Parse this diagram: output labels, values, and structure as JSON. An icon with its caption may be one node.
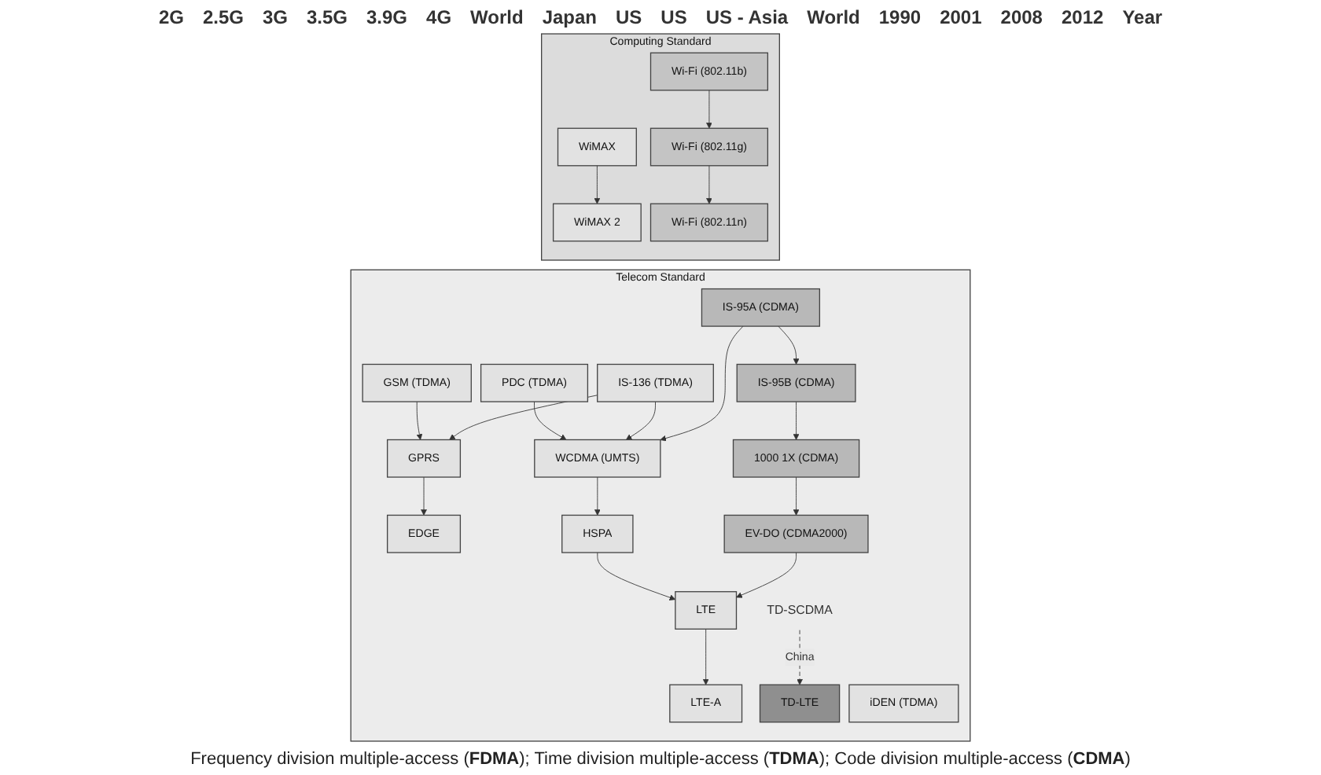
{
  "diagram": {
    "caption": "Frequency division multiple-access (**FDMA**); Time division multiple-access (**TDMA**); Code division multiple-access (**CDMA**)",
    "nodes": [
      {
        "text": [
          "Telecom Standard"
        ]
      },
      {
        "text": [
          "GSM (TDMA)"
        ],
        "in": 0
      },
      {
        "text": [
          "GPRS"
        ],
        "in": 0
      },
      {
        "text": [
          "EDGE"
        ],
        "in": 0
      },
      {
        "text": [
          "PDC (TDMA)"
        ],
        "in": 0
      },
      {
        "text": [
          "WCDMA (UMTS)"
        ],
        "in": 0
      },
      {
        "text": [
          "HSPA"
        ],
        "in": 0
      },
      {
        "text": [
          "iDEN (TDMA)"
        ],
        "in": 0
      },
      {
        "text": [
          "LTE"
        ],
        "in": 0
      },
      {
        "text": [
          "LTE-A"
        ],
        "in": 0
      },
      {
        "text": [
          "IS-136 (TDMA)"
        ],
        "in": 0
      },
      {
        "text": [
          "TD-SCDMA"
        ],
        "in": 0
      },
      {
        "text": [
          "TD-LTE"
        ],
        "in": 0
      },
      {
        "text": [
          "IS-95A (CDMA)"
        ],
        "in": 0
      },
      {
        "text": [
          "IS-95B (CDMA)"
        ],
        "in": 0
      },
      {
        "text": [
          "1000 1X (CDMA)"
        ],
        "in": 0
      },
      {
        "text": [
          "EV-DO (CDMA2000)"
        ],
        "in": 0
      },
      {
        "text": [
          "Computing Standard"
        ]
      },
      {
        "text": [
          "WiMAX"
        ],
        "in": 17
      },
      {
        "text": [
          "WiMAX 2"
        ],
        "in": 17
      },
      {
        "text": [
          "Wi-Fi (802.11b)"
        ],
        "in": 17
      },
      {
        "text": [
          "Wi-Fi (802.11g)"
        ],
        "in": 17
      },
      {
        "text": [
          "Wi-Fi (802.11n)"
        ],
        "in": 17
      }
    ],
    "edges": [
      {
        "from": 1,
        "to": 2,
        "arrow": "to"
      },
      {
        "from": 2,
        "to": 3,
        "arrow": "to"
      },
      {
        "from": 4,
        "to": 5,
        "arrow": "to"
      },
      {
        "from": 10,
        "to": 2,
        "arrow": "to"
      },
      {
        "from": 10,
        "to": 5,
        "arrow": "to"
      },
      {
        "from": 13,
        "to": 5,
        "arrow": "to"
      },
      {
        "from": 5,
        "to": 6,
        "arrow": "to"
      },
      {
        "from": 6,
        "to": 8,
        "arrow": "to"
      },
      {
        "from": 8,
        "to": 9,
        "arrow": "to"
      },
      {
        "from": 11,
        "to": 12,
        "arrow": "to",
        "label": "China",
        "style": "dashed"
      },
      {
        "from": 13,
        "to": 14,
        "arrow": "to"
      },
      {
        "from": 14,
        "to": 15,
        "arrow": "to"
      },
      {
        "from": 15,
        "to": 16,
        "arrow": "to"
      },
      {
        "from": 16,
        "to": 8,
        "arrow": "to"
      },
      {
        "from": 18,
        "to": 19,
        "arrow": "to"
      },
      {
        "from": 20,
        "to": 21,
        "arrow": "to"
      },
      {
        "from": 21,
        "to": 22,
        "arrow": "to"
      }
    ],
    "labels": [
      "2G",
      "2.5G",
      "3G",
      "3.5G",
      "3.9G",
      "4G",
      "World",
      "Japan",
      "US",
      "US",
      "US - Asia",
      "World",
      "1990",
      "2001",
      "2008",
      "2012",
      "Year"
    ]
  }
}
